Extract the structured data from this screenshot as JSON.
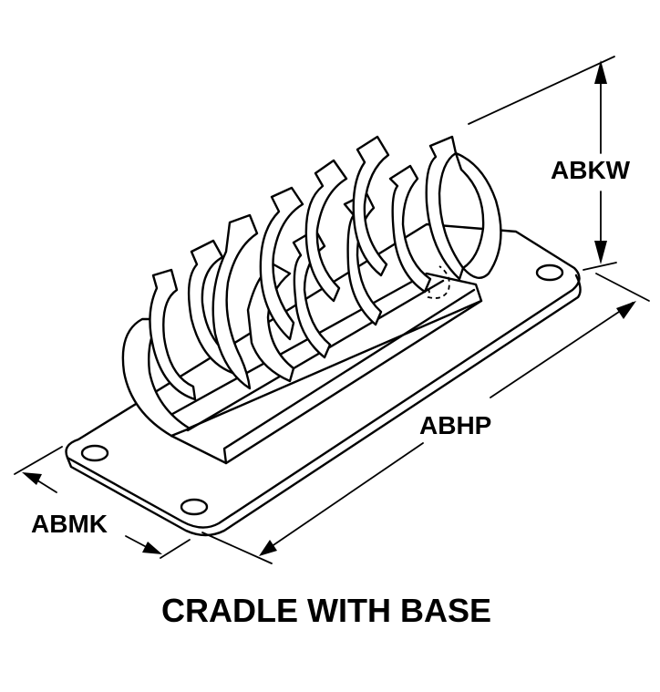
{
  "figure": {
    "caption": "CRADLE WITH BASE",
    "dimensions": {
      "height": "ABKW",
      "length": "ABHP",
      "width": "ABMK"
    }
  }
}
